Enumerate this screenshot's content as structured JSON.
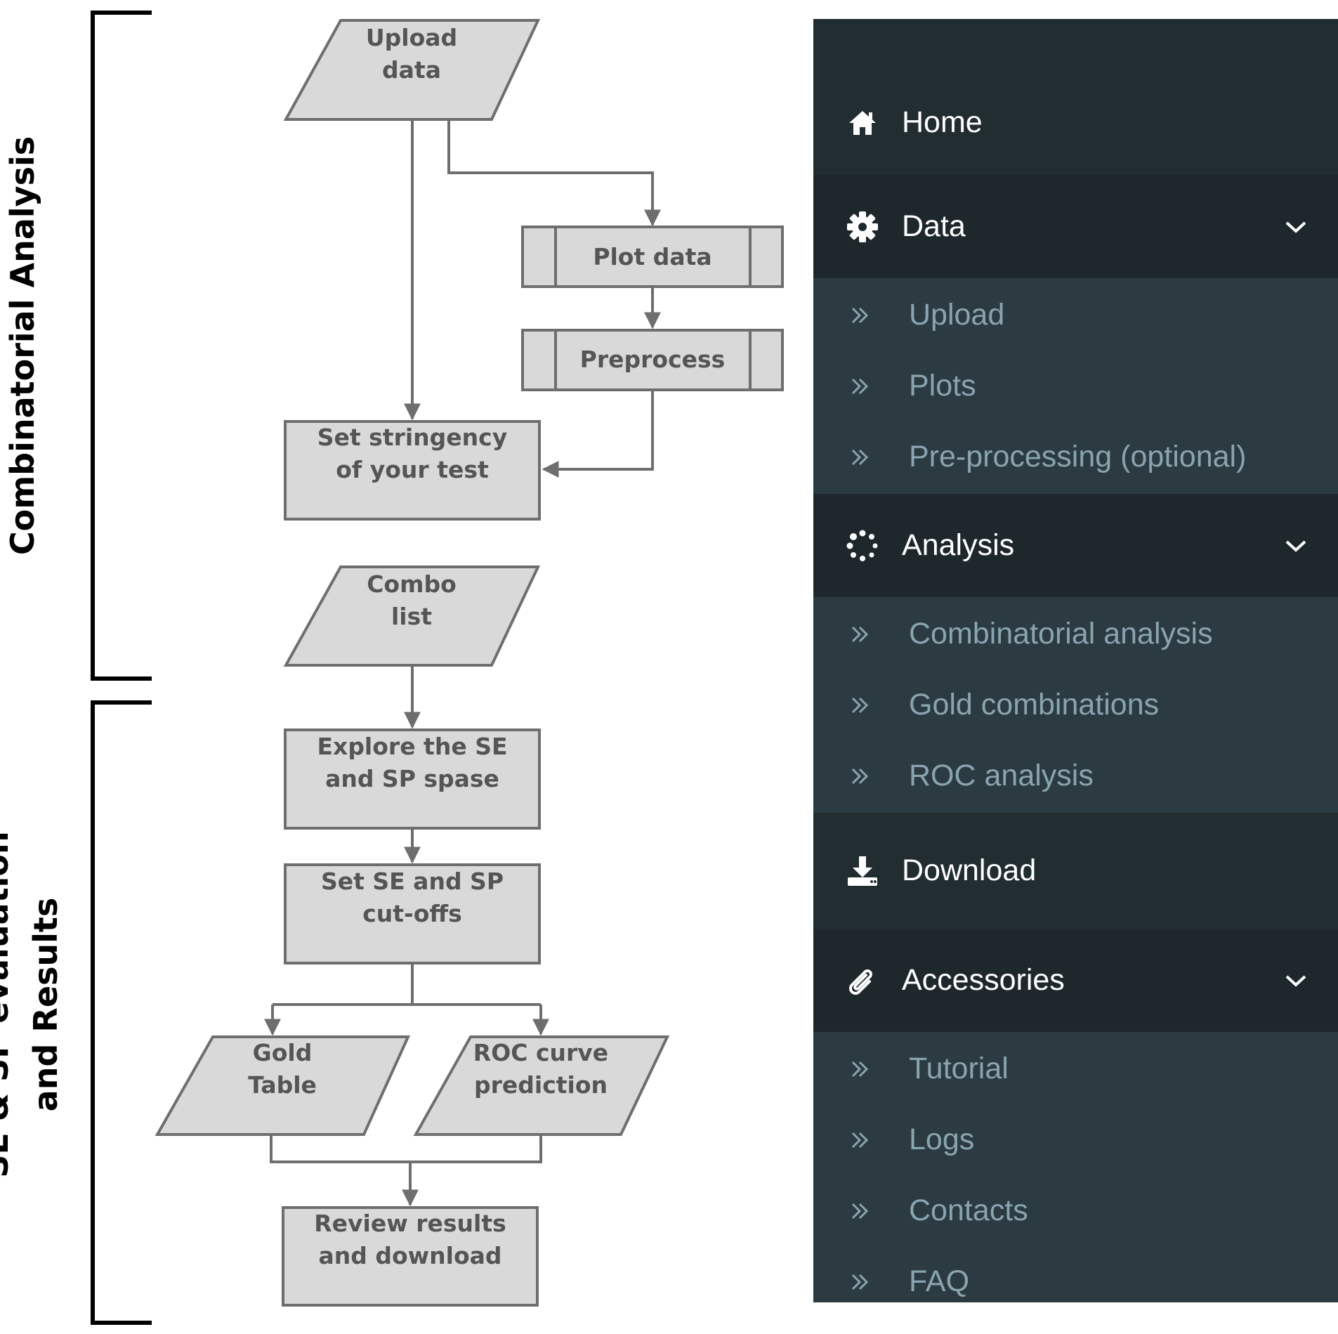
{
  "flowchart": {
    "nodes": {
      "upload_data": [
        "Upload",
        "data"
      ],
      "plot_data": [
        "Plot data"
      ],
      "preprocess": [
        "Preprocess"
      ],
      "set_stringency": [
        "Set stringency",
        "of your test"
      ],
      "combo_list": [
        "Combo",
        "list"
      ],
      "explore": [
        "Explore the SE",
        "and SP spase"
      ],
      "set_cutoffs": [
        "Set SE and SP",
        "cut-offs"
      ],
      "gold_table": [
        "Gold",
        "Table"
      ],
      "roc_prediction": [
        "ROC curve",
        "prediction"
      ],
      "review": [
        "Review results",
        "and download"
      ]
    },
    "brackets": {
      "combinatorial": [
        "Combinatorial Analysis"
      ],
      "se_sp": [
        "SE & SP evaluation",
        "and Results"
      ]
    },
    "colors": {
      "fill": "#d9d9d9",
      "stroke": "#6e6e6e",
      "text": "#555555"
    }
  },
  "sidebar": {
    "colors": {
      "background": "#222d32",
      "open_section": "#1e282c",
      "submenu": "#2c3b41",
      "subitem_text": "#8aa4af"
    },
    "home": {
      "label": "Home",
      "icon": "home-icon"
    },
    "data": {
      "label": "Data",
      "icon": "gear-icon",
      "items": [
        {
          "label": "Upload"
        },
        {
          "label": "Plots"
        },
        {
          "label": "Pre-processing (optional)"
        }
      ]
    },
    "analysis": {
      "label": "Analysis",
      "icon": "spinner-icon",
      "items": [
        {
          "label": "Combinatorial analysis"
        },
        {
          "label": "Gold combinations"
        },
        {
          "label": "ROC analysis"
        }
      ]
    },
    "download": {
      "label": "Download",
      "icon": "download-icon"
    },
    "accessories": {
      "label": "Accessories",
      "icon": "paperclip-icon",
      "items": [
        {
          "label": "Tutorial"
        },
        {
          "label": "Logs"
        },
        {
          "label": "Contacts"
        },
        {
          "label": "FAQ"
        }
      ]
    }
  }
}
